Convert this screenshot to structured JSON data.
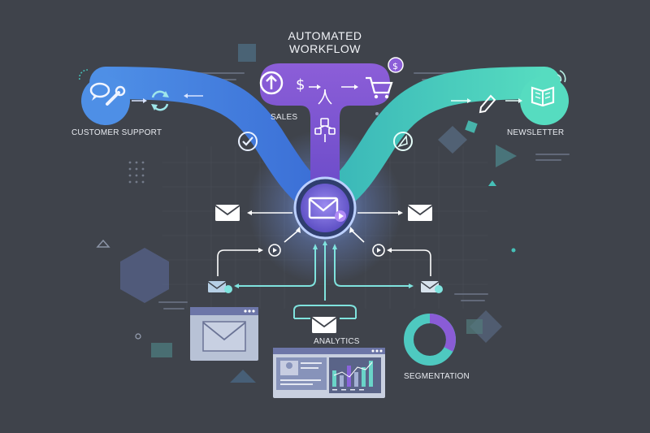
{
  "title": {
    "line1": "AUTOMATED",
    "line2": "WORKFLOW"
  },
  "branches": {
    "customer_support": "CUSTOMER SUPPORT",
    "sales": "SALES",
    "newsletter": "NEWSLETTER"
  },
  "bottom": {
    "analytics": "ANALYTICS",
    "segmentation": "SEGMENTATION"
  },
  "colors": {
    "background": "#3f434b",
    "support_blue": "#4a8fe0",
    "sales_purple": "#8a5cd6",
    "newsletter_teal": "#45cdb8",
    "connector": "#7fe3de",
    "hub": "#8a7ce8"
  },
  "icons": [
    "chat-bubble-icon",
    "wrench-icon",
    "sync-icon",
    "checkmark-icon",
    "upload-arrow-icon",
    "dollar-icon",
    "shopping-cart-icon",
    "dollar-badge-icon",
    "branch-network-icon",
    "pen-icon",
    "open-book-icon",
    "broadcast-icon",
    "compass-icon",
    "envelope-icon",
    "play-icon",
    "donut-chart-icon",
    "bar-chart-icon"
  ]
}
